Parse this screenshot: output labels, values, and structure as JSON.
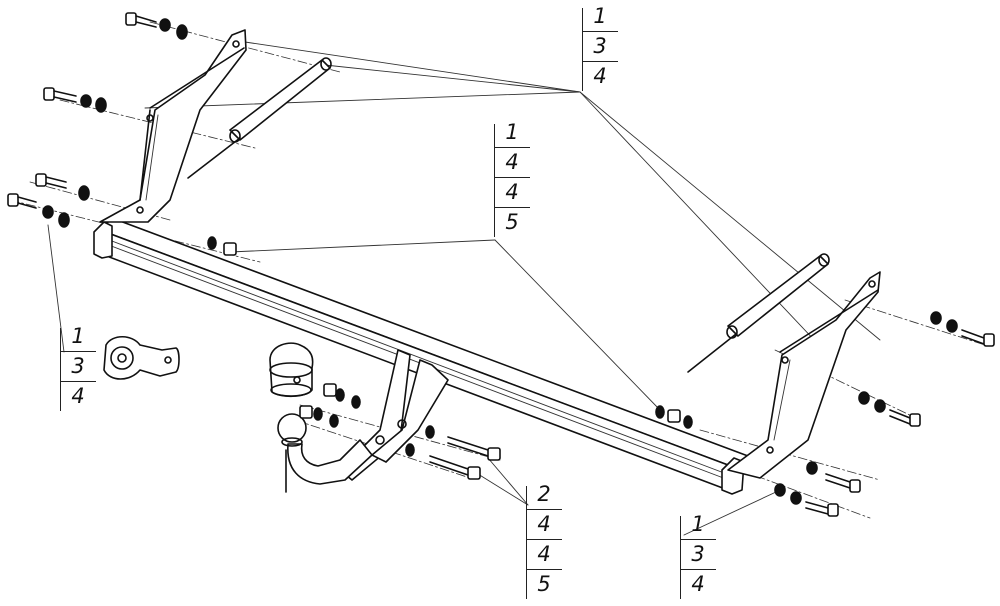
{
  "callouts": [
    {
      "id": "top-right",
      "items": [
        "1",
        "3",
        "4"
      ]
    },
    {
      "id": "middle",
      "items": [
        "1",
        "4",
        "4",
        "5"
      ]
    },
    {
      "id": "left",
      "items": [
        "1",
        "3",
        "4"
      ]
    },
    {
      "id": "bottom-center",
      "items": [
        "2",
        "4",
        "4",
        "5"
      ]
    },
    {
      "id": "bottom-right",
      "items": [
        "1",
        "3",
        "4"
      ]
    }
  ],
  "colors": {
    "line": "#111111",
    "background": "#ffffff"
  }
}
